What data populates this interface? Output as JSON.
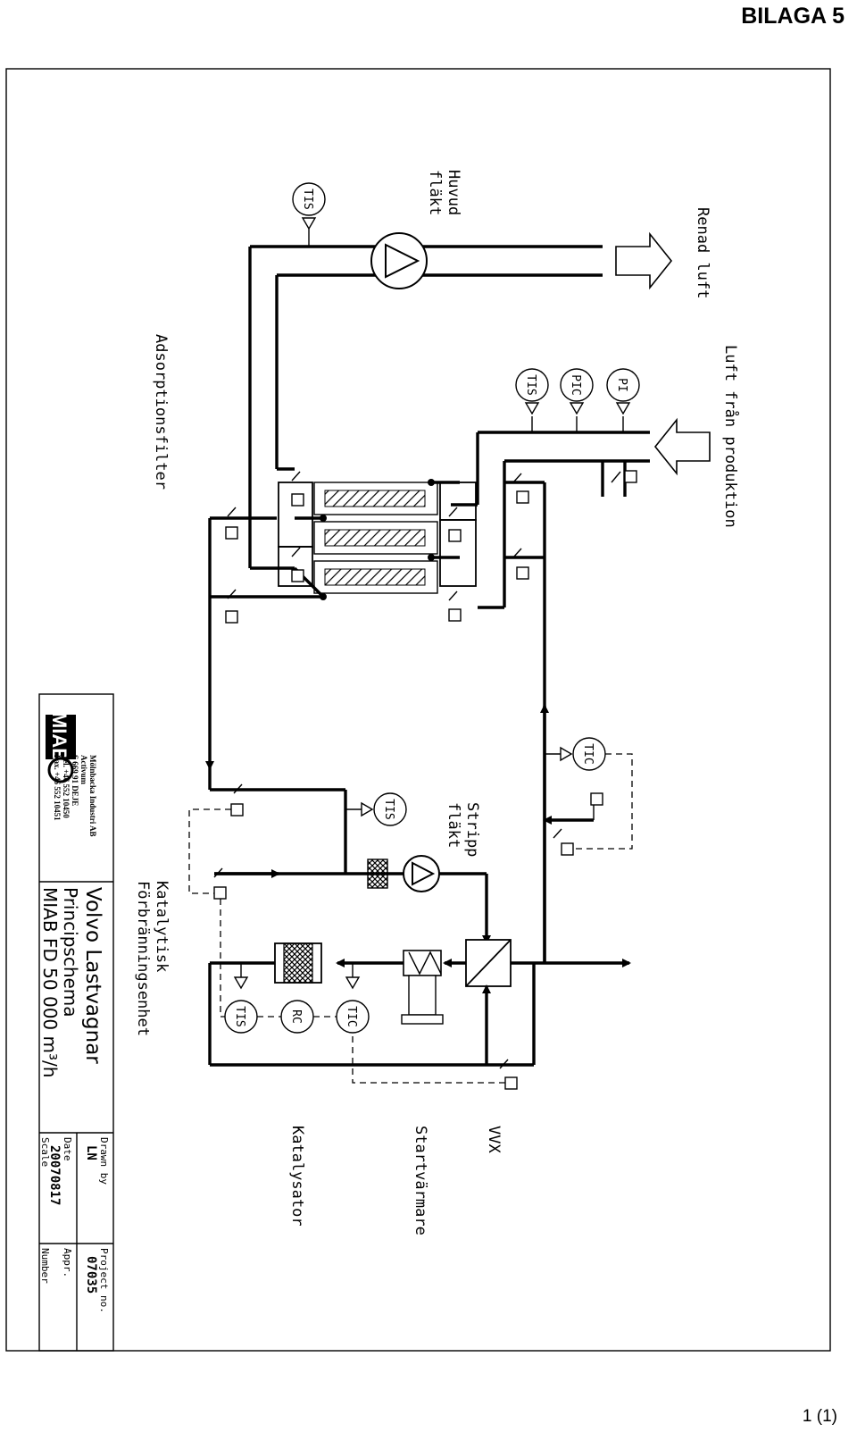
{
  "page": {
    "title": "BILAGA 5",
    "page_number": "1 (1)"
  },
  "flows": {
    "clean_air": "Renad luft",
    "production_air": "Luft från produktion"
  },
  "equipment": {
    "main_fan": [
      "Huvud",
      "fläkt"
    ],
    "adsorption_filter": "Adsorptionsfilter",
    "strip_fan": [
      "Stripp",
      "fläkt"
    ],
    "catalytic_unit": [
      "Katalytisk",
      "Förbränningsenhet"
    ]
  },
  "legend": {
    "heat_exchanger": "VVX",
    "start_heater": "Startvärmare",
    "catalyst": "Katalysator"
  },
  "instruments": {
    "main_fan_tis": "TIS",
    "inlet_tis": "TIS",
    "inlet_pic": "PIC",
    "inlet_pi": "PI",
    "strip_tis": "TIS",
    "return_tic": "TIC",
    "cat_tis": "TIS",
    "cat_rc": "RC",
    "cat_tic": "TIC"
  },
  "title_block": {
    "company_logo": "MIAB",
    "company_lines": [
      "Mölnbacka Industri AB",
      "Activum",
      "S 669 91 DEJE",
      "Tel. +46 552 10450",
      "Fax. +46 552 10451"
    ],
    "project_title": "Volvo Lastvagnar",
    "drawing_type": "Principschema",
    "model": "MIAB FD 50 000 m³/h",
    "drawn_by_label": "Drawn by",
    "drawn_by": "LN",
    "project_no_label": "Project no.",
    "project_no": "07035",
    "date_label": "Date",
    "date": "20070817",
    "appr_label": "Appr.",
    "appr": "",
    "scale_label": "Scale",
    "scale": "",
    "number_label": "Number",
    "number": ""
  }
}
